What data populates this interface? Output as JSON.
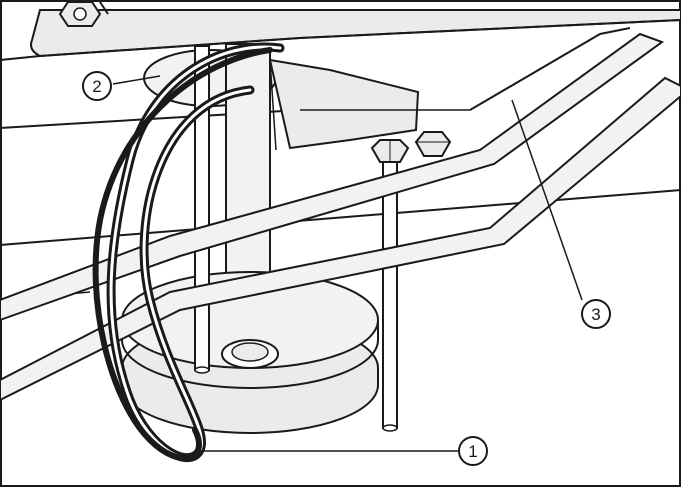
{
  "figure": {
    "colors": {
      "background": "#ffffff",
      "line": "#1a1a1a",
      "panel_shade": "#ebebeb",
      "light_shade": "#f2f2f2",
      "hose": "#1a1a1a"
    },
    "callouts": [
      {
        "id": "c1",
        "label": "1"
      },
      {
        "id": "c2",
        "label": "2"
      },
      {
        "id": "c3",
        "label": "3"
      }
    ]
  }
}
